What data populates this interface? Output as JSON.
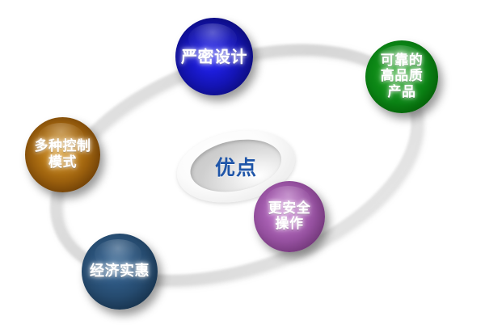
{
  "diagram": {
    "title_center": "优点",
    "accent_center_color": "#1f55a8",
    "background_color": "#ffffff",
    "ring_color": "#dcdcdc",
    "nodes": [
      {
        "id": "design",
        "label": "严密设计",
        "lines": [
          "严密设计"
        ],
        "color": "#1414b4",
        "position": "top-center"
      },
      {
        "id": "quality",
        "label": "可靠的高品质产品",
        "lines": [
          "可靠的",
          "高品质",
          "产品"
        ],
        "color": "#0a8214",
        "position": "top-right"
      },
      {
        "id": "control",
        "label": "多种控制模式",
        "lines": [
          "多种控制",
          "模式"
        ],
        "color": "#9a5f0d",
        "position": "left"
      },
      {
        "id": "safety",
        "label": "更安全操作",
        "lines": [
          "更安全",
          "操作"
        ],
        "color": "#95509f",
        "position": "bottom-right-inner"
      },
      {
        "id": "economy",
        "label": "经济实惠",
        "lines": [
          "经济实惠"
        ],
        "color": "#254a6e",
        "position": "bottom-left"
      }
    ]
  }
}
